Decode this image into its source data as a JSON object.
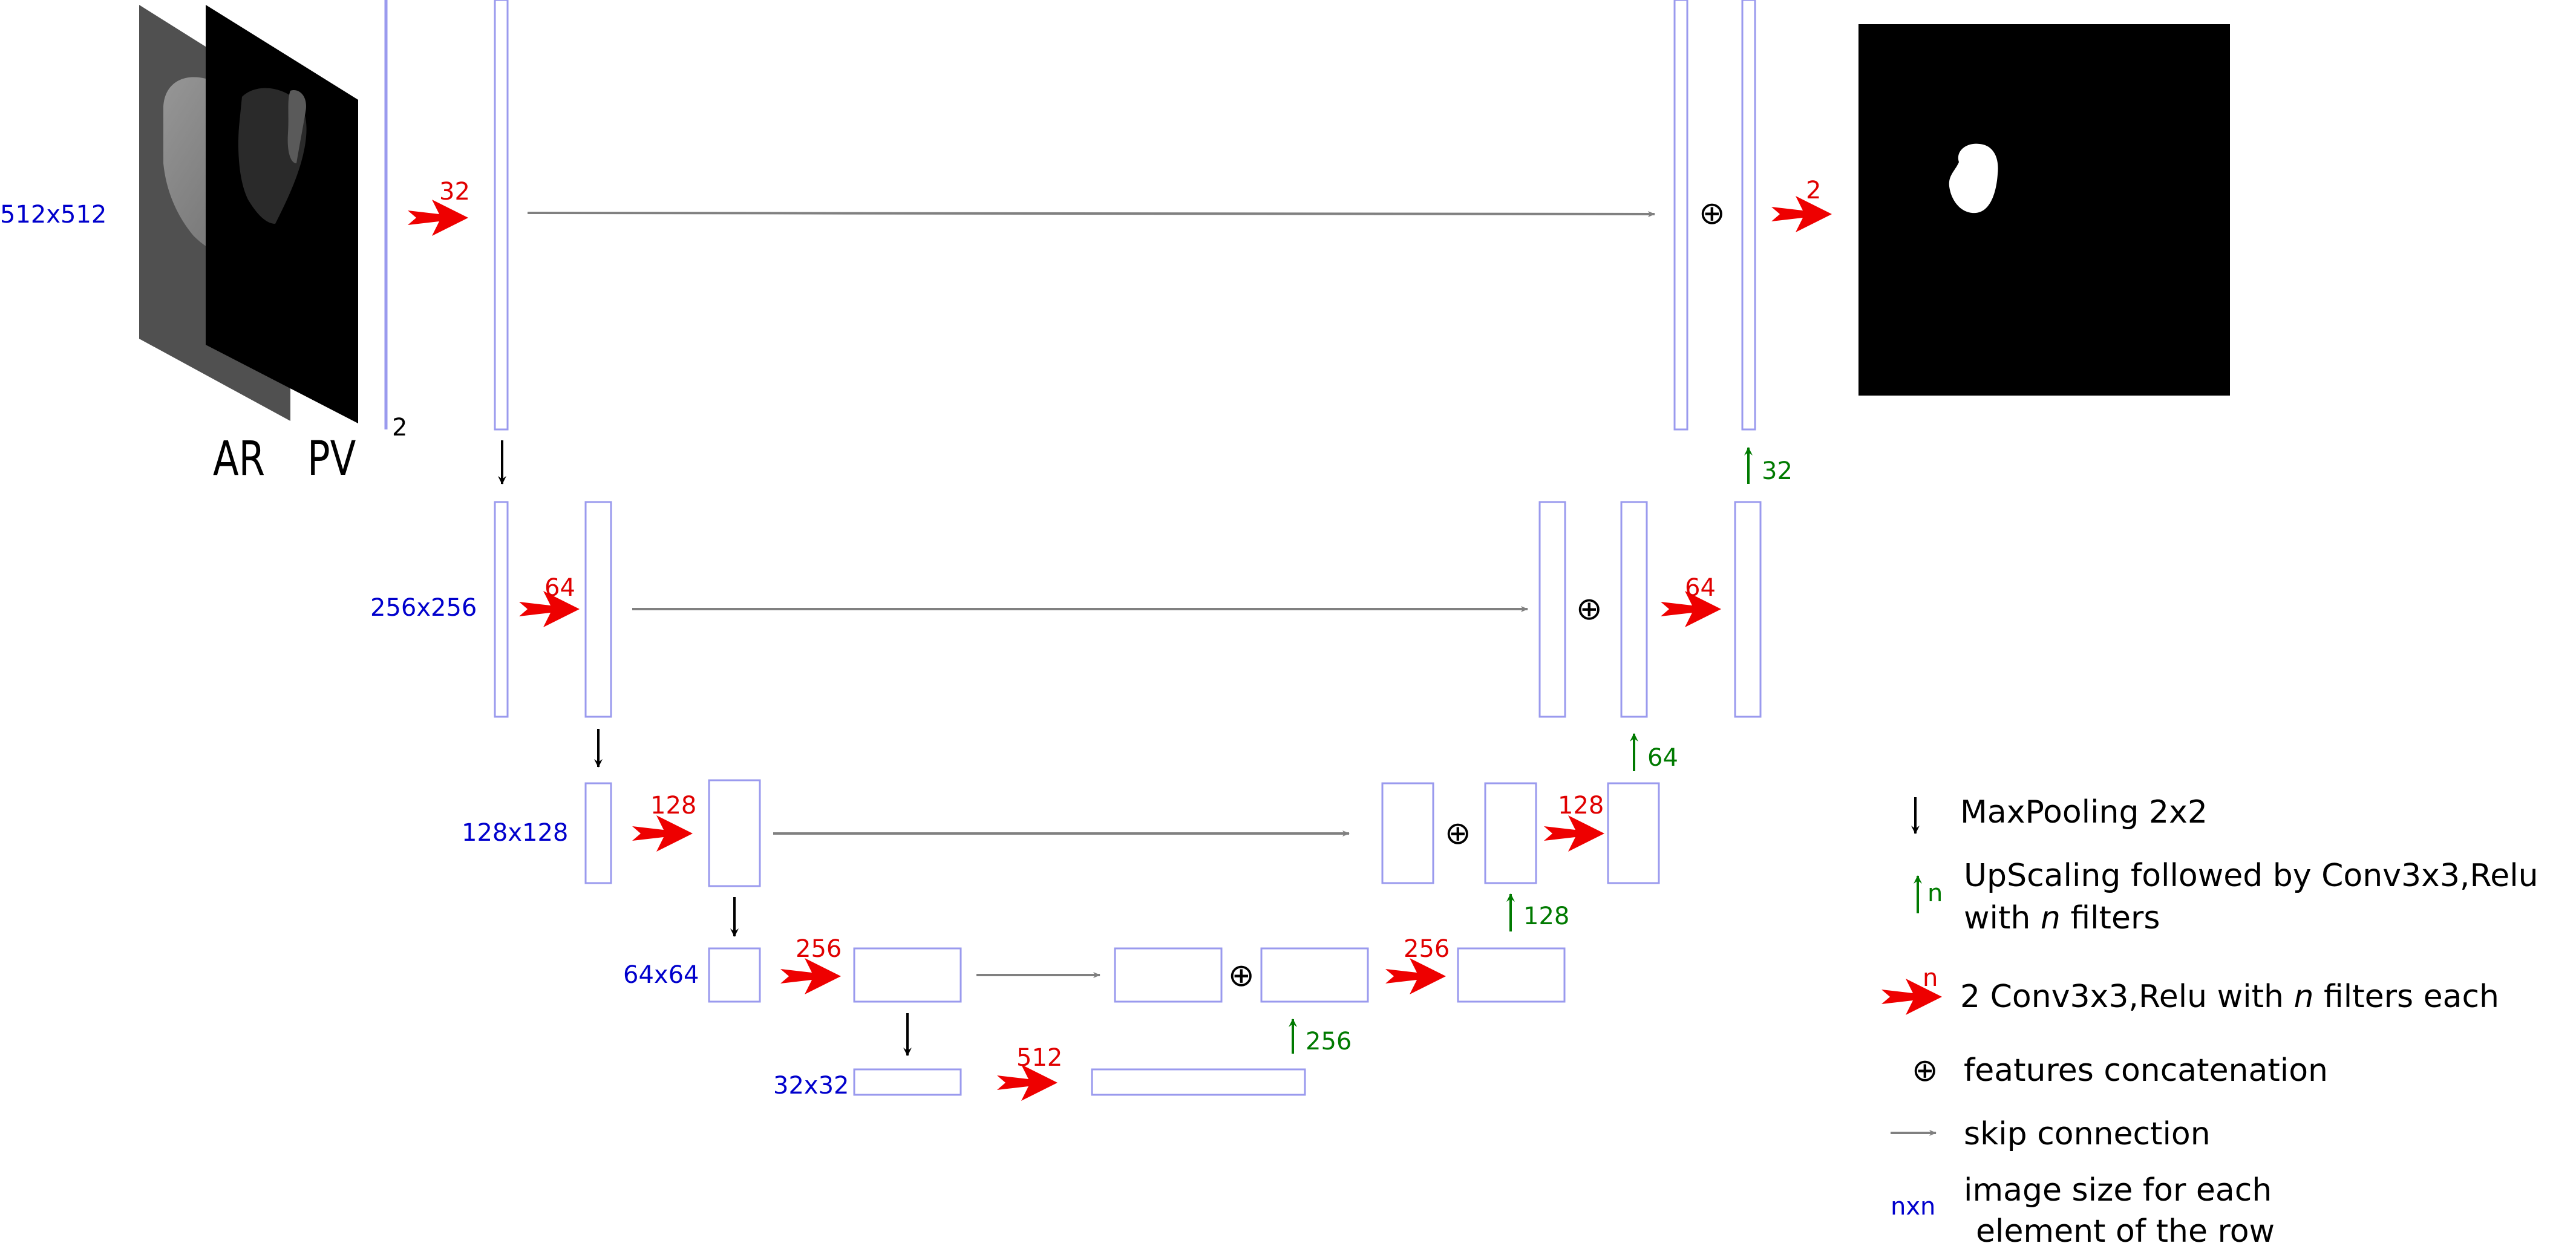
{
  "input": {
    "channel_labels": [
      "AR",
      "PV"
    ],
    "channel_count": "2",
    "size_label": "512x512"
  },
  "row_sizes": [
    "512x512",
    "256x256",
    "128x128",
    "64x64",
    "32x32"
  ],
  "conv_labels": {
    "enc_32": "32",
    "enc_64": "64",
    "enc_128": "128",
    "enc_256": "256",
    "bottleneck_512": "512",
    "dec_256": "256",
    "dec_128": "128",
    "dec_64": "64",
    "out_2": "2"
  },
  "upscale_labels": {
    "up_256": "256",
    "up_128": "128",
    "up_64": "64",
    "up_32": "32"
  },
  "concat_symbol": "⊕",
  "legend": {
    "maxpool": "MaxPooling 2x2",
    "upscale_line1": "UpScaling followed by Conv3x3,Relu",
    "upscale_line2_pre": "with ",
    "upscale_line2_n": "n",
    "upscale_line2_post": " filters",
    "upscale_marker": "n",
    "conv_pre": "2 Conv3x3,Relu with ",
    "conv_n": "n",
    "conv_post": " filters each",
    "conv_marker": "n",
    "concat": "features concatenation",
    "skip": "skip connection",
    "size_marker": "nxn",
    "size_line1": "image size for each",
    "size_line2": "element of the row"
  },
  "colors": {
    "block_stroke": "#9a9aee",
    "conv_arrow": "#ee0000",
    "upscale_arrow": "#007a00",
    "skip_arrow": "#808080",
    "size_label": "#0000cc"
  },
  "icons": {
    "maxpool": "down-arrow-black-icon",
    "upscale": "up-arrow-green-icon",
    "conv": "red-chevron-arrow-icon",
    "concat": "circled-plus-icon",
    "skip": "gray-right-arrow-icon"
  }
}
